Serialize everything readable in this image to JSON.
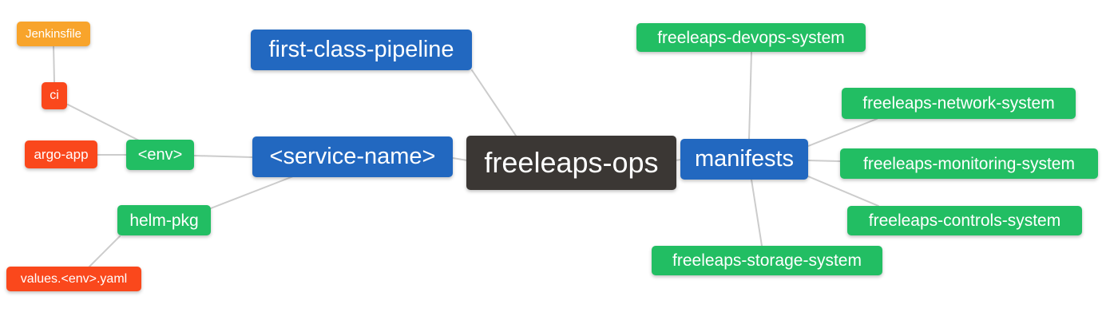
{
  "diagram": {
    "type": "mindmap",
    "root_label": "freeleaps-ops"
  },
  "palette": {
    "orange": "#F8A42B",
    "red": "#FA481C",
    "green": "#22BE63",
    "blue": "#2268C0",
    "dark": "#3B3734",
    "line": "#CCCCCC",
    "node_text": "#FFFFFF",
    "background": "#FFFFFF"
  },
  "nodes": [
    {
      "id": "jenkinsfile",
      "label": "Jenkinsfile",
      "color": "orange"
    },
    {
      "id": "ci",
      "label": "ci",
      "color": "red"
    },
    {
      "id": "argo-app",
      "label": "argo-app",
      "color": "red"
    },
    {
      "id": "env",
      "label": "<env>",
      "color": "green"
    },
    {
      "id": "helm-pkg",
      "label": "helm-pkg",
      "color": "green"
    },
    {
      "id": "values-env-yaml",
      "label": "values.<env>.yaml",
      "color": "red"
    },
    {
      "id": "first-class-pipeline",
      "label": "first-class-pipeline",
      "color": "blue"
    },
    {
      "id": "service-name",
      "label": "<service-name>",
      "color": "blue"
    },
    {
      "id": "freeleaps-ops",
      "label": "freeleaps-ops",
      "color": "dark"
    },
    {
      "id": "manifests",
      "label": "manifests",
      "color": "blue"
    },
    {
      "id": "freeleaps-devops-system",
      "label": "freeleaps-devops-system",
      "color": "green"
    },
    {
      "id": "freeleaps-network-system",
      "label": "freeleaps-network-system",
      "color": "green"
    },
    {
      "id": "freeleaps-monitoring-system",
      "label": "freeleaps-monitoring-system",
      "color": "green"
    },
    {
      "id": "freeleaps-controls-system",
      "label": "freeleaps-controls-system",
      "color": "green"
    },
    {
      "id": "freeleaps-storage-system",
      "label": "freeleaps-storage-system",
      "color": "green"
    }
  ],
  "edges": [
    {
      "from": "jenkinsfile",
      "to": "ci"
    },
    {
      "from": "ci",
      "to": "env"
    },
    {
      "from": "argo-app",
      "to": "env"
    },
    {
      "from": "env",
      "to": "service-name"
    },
    {
      "from": "helm-pkg",
      "to": "service-name"
    },
    {
      "from": "values-env-yaml",
      "to": "helm-pkg"
    },
    {
      "from": "first-class-pipeline",
      "to": "freeleaps-ops"
    },
    {
      "from": "service-name",
      "to": "freeleaps-ops"
    },
    {
      "from": "freeleaps-ops",
      "to": "manifests"
    },
    {
      "from": "manifests",
      "to": "freeleaps-devops-system"
    },
    {
      "from": "manifests",
      "to": "freeleaps-network-system"
    },
    {
      "from": "manifests",
      "to": "freeleaps-monitoring-system"
    },
    {
      "from": "manifests",
      "to": "freeleaps-controls-system"
    },
    {
      "from": "manifests",
      "to": "freeleaps-storage-system"
    }
  ]
}
